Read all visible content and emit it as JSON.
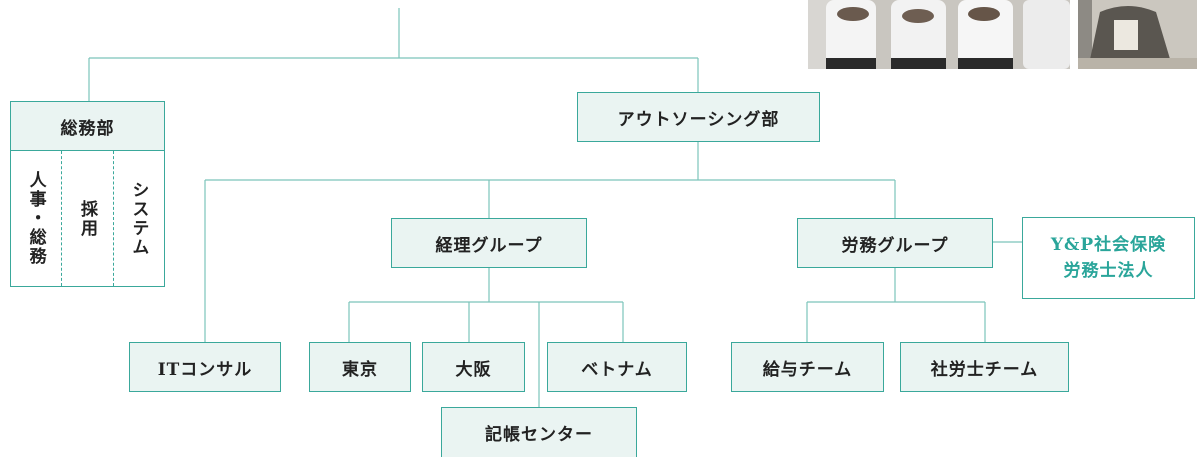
{
  "colors": {
    "accent": "#3aa89b",
    "box_fill": "#eaf4f2",
    "highlight_text": "#2aa59a"
  },
  "general_affairs": {
    "title": "総務部",
    "sections": [
      "人事・総務",
      "採用",
      "システム"
    ]
  },
  "outsourcing": {
    "title": "アウトソーシング部"
  },
  "accounting": {
    "title": "経理グループ"
  },
  "labor": {
    "title": "労務グループ"
  },
  "partner": {
    "line1": "Y&P社会保険",
    "line2": "労務士法人"
  },
  "units": {
    "it_consul": "ITコンサル",
    "tokyo": "東京",
    "osaka": "大阪",
    "vietnam": "ベトナム",
    "bookkeeping": "記帳センター",
    "payroll_team": "給与チーム",
    "sharoushi_team": "社労士チーム"
  },
  "photos": [
    "staff-group-photo",
    "staff-seated-photo"
  ]
}
